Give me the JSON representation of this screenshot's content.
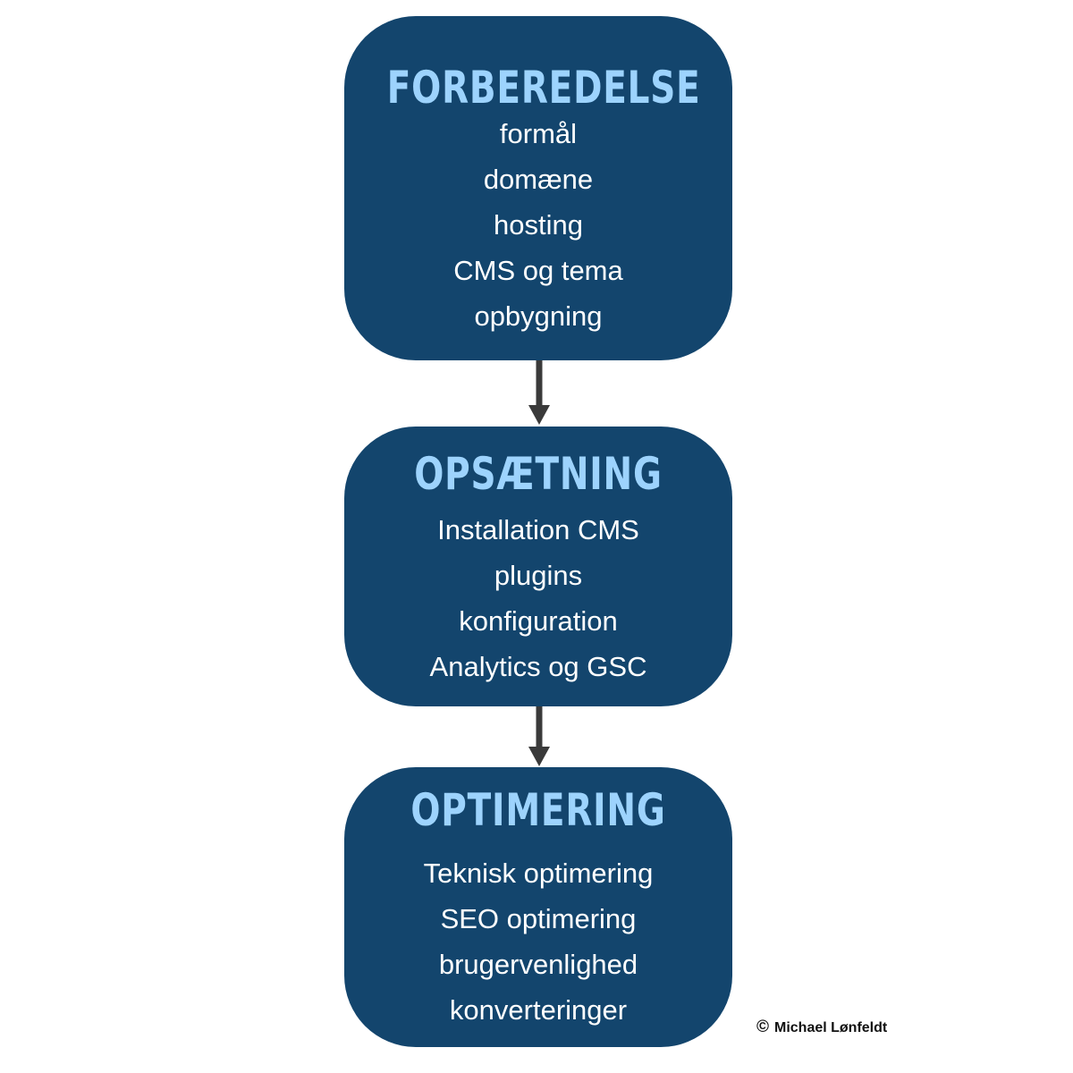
{
  "colors": {
    "box_fill": "#13456d",
    "title_text": "#9dd3fd",
    "item_text": "#ffffff",
    "arrow": "#3a3a3a",
    "background": "#ffffff"
  },
  "stages": [
    {
      "title": "FORBEREDELSE",
      "items": [
        "formål",
        "domæne",
        "hosting",
        "CMS og tema",
        "opbygning"
      ]
    },
    {
      "title": "OPSÆTNING",
      "items": [
        "Installation CMS",
        "plugins",
        "konfiguration",
        "Analytics og GSC"
      ]
    },
    {
      "title": "OPTIMERING",
      "items": [
        "Teknisk optimering",
        "SEO optimering",
        "brugervenlighed",
        "konverteringer"
      ]
    }
  ],
  "copyright": {
    "symbol": "©",
    "name": "Michael Lønfeldt"
  }
}
